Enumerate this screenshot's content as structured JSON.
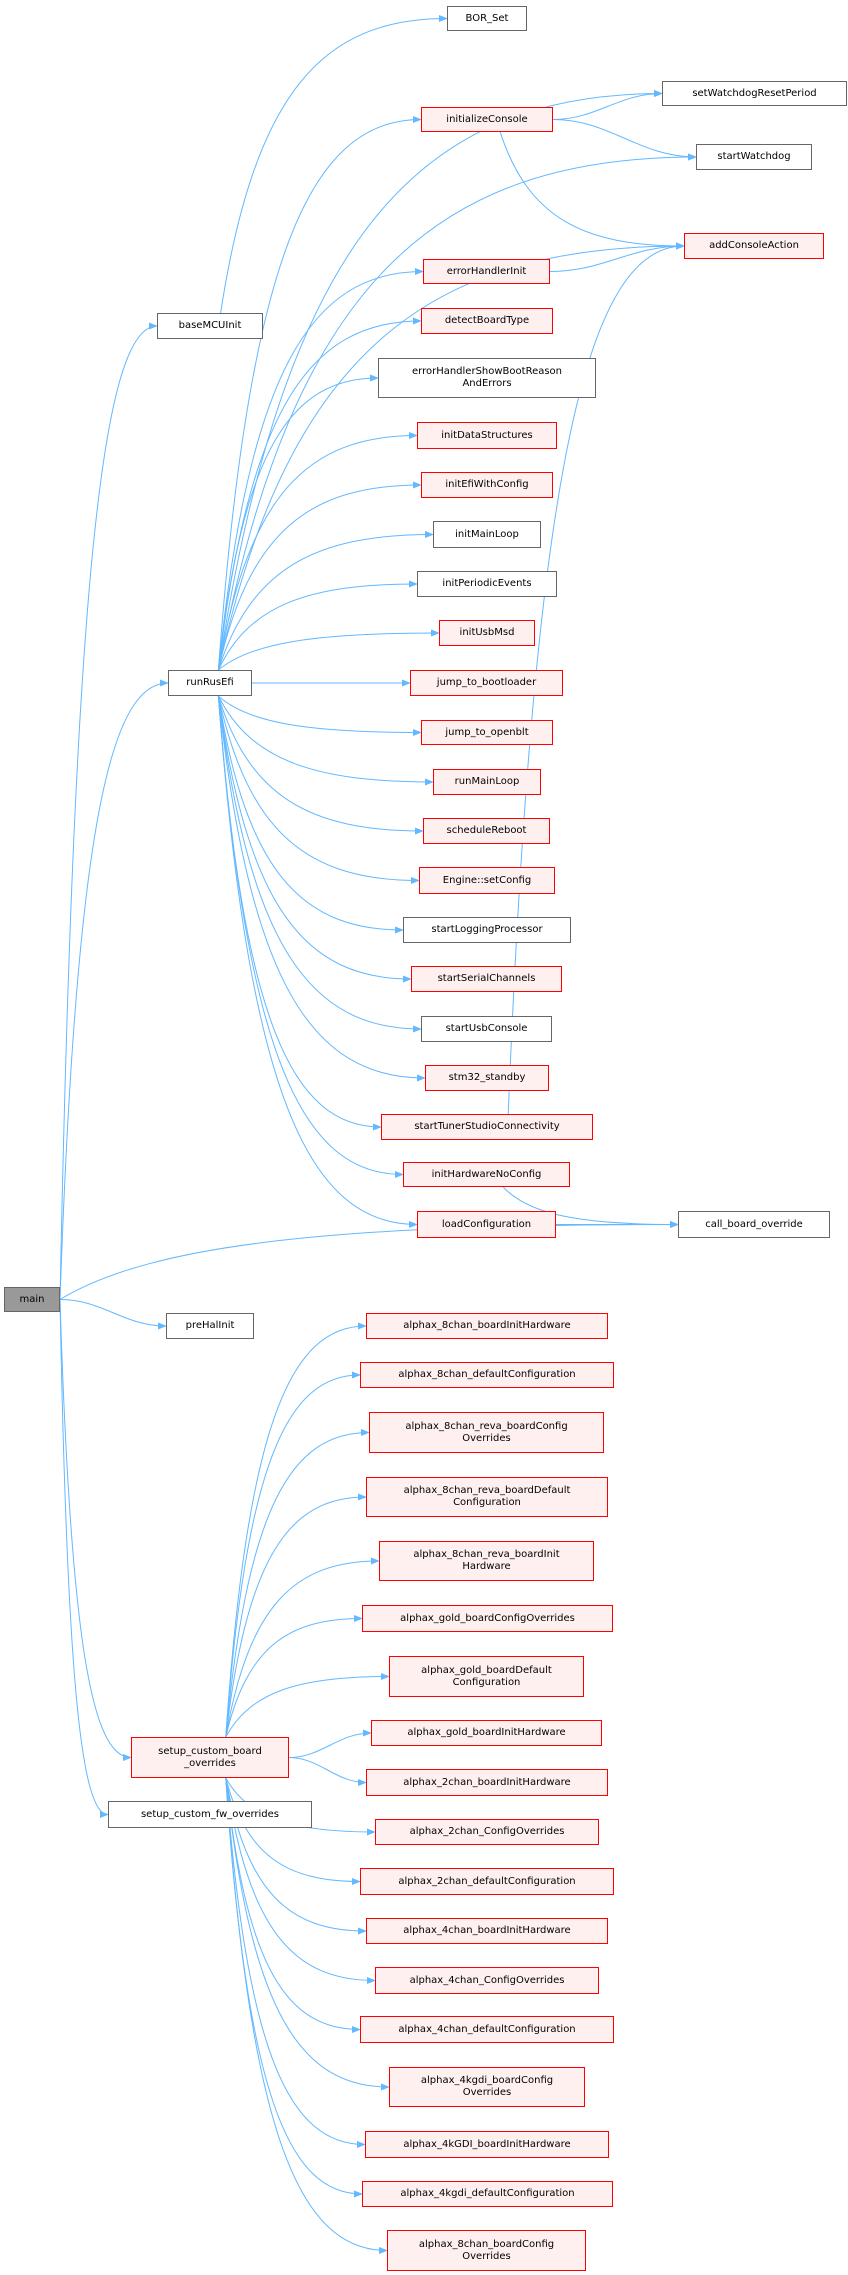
{
  "graph": {
    "colors": {
      "edge": "#63b8ff",
      "red_border": "#ff0000",
      "red_fill": "#fff0f0",
      "plain_border": "#666666",
      "root_fill": "#999999"
    },
    "nodes": [
      {
        "id": "main",
        "label": "main",
        "style": "root"
      },
      {
        "id": "baseMCUInit",
        "label": "baseMCUInit",
        "style": "plain"
      },
      {
        "id": "BOR_Set",
        "label": "BOR_Set",
        "style": "plain"
      },
      {
        "id": "runRusEfi",
        "label": "runRusEfi",
        "style": "plain"
      },
      {
        "id": "setWatchdogResetPeriod",
        "label": "setWatchdogResetPeriod",
        "style": "plain"
      },
      {
        "id": "initializeConsole",
        "label": "initializeConsole",
        "style": "red"
      },
      {
        "id": "startWatchdog",
        "label": "startWatchdog",
        "style": "plain"
      },
      {
        "id": "addConsoleAction",
        "label": "addConsoleAction",
        "style": "red"
      },
      {
        "id": "errorHandlerInit",
        "label": "errorHandlerInit",
        "style": "red"
      },
      {
        "id": "detectBoardType",
        "label": "detectBoardType",
        "style": "red"
      },
      {
        "id": "errorHandlerShowBootReasonAndErrors",
        "label": "errorHandlerShowBootReason\nAndErrors",
        "style": "plain"
      },
      {
        "id": "initDataStructures",
        "label": "initDataStructures",
        "style": "red"
      },
      {
        "id": "initEfiWithConfig",
        "label": "initEfiWithConfig",
        "style": "red"
      },
      {
        "id": "initMainLoop",
        "label": "initMainLoop",
        "style": "plain"
      },
      {
        "id": "initPeriodicEvents",
        "label": "initPeriodicEvents",
        "style": "plain"
      },
      {
        "id": "initUsbMsd",
        "label": "initUsbMsd",
        "style": "red"
      },
      {
        "id": "jump_to_bootloader",
        "label": "jump_to_bootloader",
        "style": "red"
      },
      {
        "id": "jump_to_openblt",
        "label": "jump_to_openblt",
        "style": "red"
      },
      {
        "id": "runMainLoop",
        "label": "runMainLoop",
        "style": "red"
      },
      {
        "id": "scheduleReboot",
        "label": "scheduleReboot",
        "style": "red"
      },
      {
        "id": "Engine_setConfig",
        "label": "Engine::setConfig",
        "style": "red"
      },
      {
        "id": "startLoggingProcessor",
        "label": "startLoggingProcessor",
        "style": "plain"
      },
      {
        "id": "startSerialChannels",
        "label": "startSerialChannels",
        "style": "red"
      },
      {
        "id": "startUsbConsole",
        "label": "startUsbConsole",
        "style": "plain"
      },
      {
        "id": "stm32_standby",
        "label": "stm32_standby",
        "style": "red"
      },
      {
        "id": "startTunerStudioConnectivity",
        "label": "startTunerStudioConnectivity",
        "style": "red"
      },
      {
        "id": "initHardwareNoConfig",
        "label": "initHardwareNoConfig",
        "style": "red"
      },
      {
        "id": "loadConfiguration",
        "label": "loadConfiguration",
        "style": "red"
      },
      {
        "id": "call_board_override",
        "label": "call_board_override",
        "style": "plain"
      },
      {
        "id": "preHalInit",
        "label": "preHalInit",
        "style": "plain"
      },
      {
        "id": "setup_custom_board_overrides",
        "label": "setup_custom_board\n_overrides",
        "style": "red"
      },
      {
        "id": "setup_custom_fw_overrides",
        "label": "setup_custom_fw_overrides",
        "style": "plain"
      },
      {
        "id": "a8_bih",
        "label": "alphax_8chan_boardInitHardware",
        "style": "red"
      },
      {
        "id": "a8_dc",
        "label": "alphax_8chan_defaultConfiguration",
        "style": "red"
      },
      {
        "id": "a8r_bco",
        "label": "alphax_8chan_reva_boardConfig\nOverrides",
        "style": "red"
      },
      {
        "id": "a8r_bdc",
        "label": "alphax_8chan_reva_boardDefault\nConfiguration",
        "style": "red"
      },
      {
        "id": "a8r_bih",
        "label": "alphax_8chan_reva_boardInit\nHardware",
        "style": "red"
      },
      {
        "id": "ag_bco",
        "label": "alphax_gold_boardConfigOverrides",
        "style": "red"
      },
      {
        "id": "ag_bdc",
        "label": "alphax_gold_boardDefault\nConfiguration",
        "style": "red"
      },
      {
        "id": "ag_bih",
        "label": "alphax_gold_boardInitHardware",
        "style": "red"
      },
      {
        "id": "a2_bih",
        "label": "alphax_2chan_boardInitHardware",
        "style": "red"
      },
      {
        "id": "a2_co",
        "label": "alphax_2chan_ConfigOverrides",
        "style": "red"
      },
      {
        "id": "a2_dc",
        "label": "alphax_2chan_defaultConfiguration",
        "style": "red"
      },
      {
        "id": "a4_bih",
        "label": "alphax_4chan_boardInitHardware",
        "style": "red"
      },
      {
        "id": "a4_co",
        "label": "alphax_4chan_ConfigOverrides",
        "style": "red"
      },
      {
        "id": "a4_dc",
        "label": "alphax_4chan_defaultConfiguration",
        "style": "red"
      },
      {
        "id": "a4k_bco",
        "label": "alphax_4kgdi_boardConfig\nOverrides",
        "style": "red"
      },
      {
        "id": "a4k_bih",
        "label": "alphax_4kGDI_boardInitHardware",
        "style": "red"
      },
      {
        "id": "a4k_dc",
        "label": "alphax_4kgdi_defaultConfiguration",
        "style": "red"
      },
      {
        "id": "a8_bco",
        "label": "alphax_8chan_boardConfig\nOverrides",
        "style": "red"
      }
    ],
    "edges": [
      [
        "main",
        "baseMCUInit"
      ],
      [
        "main",
        "runRusEfi"
      ],
      [
        "main",
        "call_board_override"
      ],
      [
        "main",
        "preHalInit"
      ],
      [
        "main",
        "setup_custom_board_overrides"
      ],
      [
        "main",
        "setup_custom_fw_overrides"
      ],
      [
        "baseMCUInit",
        "BOR_Set"
      ],
      [
        "runRusEfi",
        "setWatchdogResetPeriod"
      ],
      [
        "runRusEfi",
        "initializeConsole"
      ],
      [
        "runRusEfi",
        "startWatchdog"
      ],
      [
        "runRusEfi",
        "addConsoleAction"
      ],
      [
        "runRusEfi",
        "errorHandlerInit"
      ],
      [
        "runRusEfi",
        "detectBoardType"
      ],
      [
        "runRusEfi",
        "errorHandlerShowBootReasonAndErrors"
      ],
      [
        "runRusEfi",
        "initDataStructures"
      ],
      [
        "runRusEfi",
        "initEfiWithConfig"
      ],
      [
        "runRusEfi",
        "initMainLoop"
      ],
      [
        "runRusEfi",
        "initPeriodicEvents"
      ],
      [
        "runRusEfi",
        "initUsbMsd"
      ],
      [
        "runRusEfi",
        "jump_to_bootloader"
      ],
      [
        "runRusEfi",
        "jump_to_openblt"
      ],
      [
        "runRusEfi",
        "runMainLoop"
      ],
      [
        "runRusEfi",
        "scheduleReboot"
      ],
      [
        "runRusEfi",
        "Engine_setConfig"
      ],
      [
        "runRusEfi",
        "startLoggingProcessor"
      ],
      [
        "runRusEfi",
        "startSerialChannels"
      ],
      [
        "runRusEfi",
        "startUsbConsole"
      ],
      [
        "runRusEfi",
        "stm32_standby"
      ],
      [
        "runRusEfi",
        "startTunerStudioConnectivity"
      ],
      [
        "runRusEfi",
        "initHardwareNoConfig"
      ],
      [
        "runRusEfi",
        "loadConfiguration"
      ],
      [
        "initializeConsole",
        "setWatchdogResetPeriod"
      ],
      [
        "initializeConsole",
        "startWatchdog"
      ],
      [
        "initializeConsole",
        "addConsoleAction"
      ],
      [
        "errorHandlerInit",
        "addConsoleAction"
      ],
      [
        "startTunerStudioConnectivity",
        "addConsoleAction"
      ],
      [
        "initHardwareNoConfig",
        "call_board_override"
      ],
      [
        "loadConfiguration",
        "call_board_override"
      ],
      [
        "setup_custom_board_overrides",
        "a8_bih"
      ],
      [
        "setup_custom_board_overrides",
        "a8_dc"
      ],
      [
        "setup_custom_board_overrides",
        "a8r_bco"
      ],
      [
        "setup_custom_board_overrides",
        "a8r_bdc"
      ],
      [
        "setup_custom_board_overrides",
        "a8r_bih"
      ],
      [
        "setup_custom_board_overrides",
        "ag_bco"
      ],
      [
        "setup_custom_board_overrides",
        "ag_bdc"
      ],
      [
        "setup_custom_board_overrides",
        "ag_bih"
      ],
      [
        "setup_custom_board_overrides",
        "a2_bih"
      ],
      [
        "setup_custom_board_overrides",
        "a2_co"
      ],
      [
        "setup_custom_board_overrides",
        "a2_dc"
      ],
      [
        "setup_custom_board_overrides",
        "a4_bih"
      ],
      [
        "setup_custom_board_overrides",
        "a4_co"
      ],
      [
        "setup_custom_board_overrides",
        "a4_dc"
      ],
      [
        "setup_custom_board_overrides",
        "a4k_bco"
      ],
      [
        "setup_custom_board_overrides",
        "a4k_bih"
      ],
      [
        "setup_custom_board_overrides",
        "a4k_dc"
      ],
      [
        "setup_custom_board_overrides",
        "a8_bco"
      ]
    ]
  }
}
